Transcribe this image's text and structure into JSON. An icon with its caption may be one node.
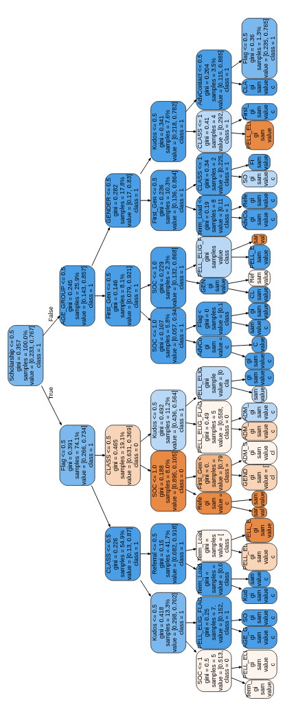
{
  "diagram": {
    "nodes": [
      {
        "text": [
          "Scholarship <= 0.5",
          "gini = 0.357",
          "samples = 100.0%",
          "value = [0.233, 0.767]",
          "class = 1"
        ]
      },
      {
        "text": [
          "Flag <= 0.5",
          "gini = 0.391",
          "samples = 74.1%",
          "value = [0.266, 0.734]",
          "class = 1"
        ]
      },
      {
        "text": [
          "AGE_GROUP <= 0.5",
          "gini = 0.245",
          "samples = 25.9%",
          "value = [0.143, 0.857]",
          "class = 1"
        ]
      },
      {
        "text": [
          "CLASS <= 0.5",
          "gini = 0.226",
          "samples = 54.9%",
          "value = [0.13, 0.87]",
          "class = 1"
        ]
      },
      {
        "text": [
          "CLASS <= 0.5",
          "gini = 0.465",
          "samples = 19.1%",
          "value = [0.631, 0.369]",
          "class = 0"
        ]
      },
      {
        "text": [
          "First_Gen <= 0.5",
          "gini = 0.146",
          "samples = 8.1%",
          "value = [0.079, 0.921]",
          "class = 1"
        ]
      },
      {
        "text": [
          "GENDER <= 0.5",
          "gini = 0.282",
          "samples = 17.8%",
          "value = [0.17, 0.83]",
          "class = 1"
        ]
      },
      {
        "text": [
          "Kudos <= 0.5",
          "gini = 0.418",
          "samples = 13.3%",
          "value = [0.298, 0.702]",
          "class = 1"
        ]
      },
      {
        "text": [
          "Referral <= 0.5",
          "gini = 0.15",
          "samples = 41.7%",
          "value = [0.082, 0.918]",
          "class = 1"
        ]
      },
      {
        "text": [
          "SOC <= 1.0",
          "gini = 0.188",
          "samples = 8.0%",
          "value = [0.895, 0.105]",
          "class = 0"
        ]
      },
      {
        "text": [
          "Kudos <= 0.5",
          "gini = 0.492",
          "samples = 11.2%",
          "value = [0.436, 0.564]",
          "class = 1"
        ]
      },
      {
        "text": [
          "SOC <= 1.0",
          "gini = 0.107",
          "samples = 5.8%",
          "value = [0.057, 0.94",
          "class = 1"
        ]
      },
      {
        "text": [
          "SOC <= 1.0",
          "gini = 0.229",
          "samples = 2.3%",
          "value = [0.132, 0.868]",
          "class = 1"
        ]
      },
      {
        "text": [
          "First_Gen <= 0.5",
          "gini = 0.236",
          "samples = 10.3%",
          "value = [0.136, 0.864]",
          "class = 1"
        ]
      },
      {
        "text": [
          "Kudos <= 0.5",
          "gini = 0.341",
          "samples = 7.6%",
          "value = [0.218, 0.782]",
          "class = 1"
        ]
      },
      {
        "text": [
          "SOC <= 1",
          "gini = 0.5",
          "samples = 5",
          "value = [0.513,",
          "class = 0"
        ]
      },
      {
        "text": [
          "PELL_ELIG_FLAG",
          "gini = 0.25",
          "samples = 7.",
          "value = [0.152,",
          "class = 1"
        ]
      },
      {
        "text": [
          "Term_Load",
          "gini =",
          "samples =",
          "value = [0.0",
          "class"
        ]
      },
      {
        "text": [
          "Term_Load",
          "gini =",
          "samples",
          "value = [",
          "class"
        ]
      },
      {
        "text": [
          "Refe",
          "gi",
          "sam",
          "value =",
          "c"
        ]
      },
      {
        "text": [
          "First_Gen <",
          "gini = 0.",
          "samples =",
          "value = [0.79",
          "class ="
        ]
      },
      {
        "text": [
          "PELL_ELIG_FLAG",
          "gini = 0.49",
          "samples = 5",
          "value = [0.558,",
          "class = 0"
        ]
      },
      {
        "text": [
          "PELL_ELIG",
          "gini",
          "sample",
          "value = [0",
          "cla"
        ]
      },
      {
        "text": [
          "AdvCo",
          "gi",
          "sam",
          "value =",
          "c"
        ]
      },
      {
        "text": [
          "Flag <",
          "gini = 0",
          "samples",
          "value = [0.1",
          "class"
        ]
      },
      {
        "text": [
          "GEN",
          "gi",
          "sam",
          "value"
        ]
      },
      {
        "text": [
          "PELL_ELIG_F",
          "gini",
          "samples",
          "value",
          "class"
        ]
      },
      {
        "text": [
          "Term_Load <=",
          "gini = 0.19",
          "samples = 8",
          "value = [0.11",
          "class = 1"
        ]
      },
      {
        "text": [
          "CLASS <= 1",
          "gini = 0.34",
          "samples = 2",
          "value = [0.225,",
          "class = 1"
        ]
      },
      {
        "text": [
          "CLASS <= 1",
          "gini = 0.41",
          "samples = 4",
          "value = [0.292,",
          "class = 1"
        ]
      },
      {
        "text": [
          "AdvContact <= 0.5",
          "gini = 0.204",
          "samples = 3.5%",
          "value = [0.115, 0.885]",
          "class = 1"
        ]
      },
      {
        "text": [
          "Term_",
          "gi",
          "sam",
          "value"
        ]
      },
      {
        "text": [
          "PELL_ELI",
          "gi",
          "sam",
          "value",
          "c"
        ]
      },
      {
        "text": [
          "AGE_G",
          "gi",
          "sam",
          "value",
          "c"
        ]
      },
      {
        "text": [
          "SO",
          "gi",
          "sam",
          "value",
          "c"
        ]
      },
      {
        "text": [
          "Kud",
          "gi",
          "sam",
          "value",
          "c"
        ]
      },
      {
        "text": [
          "sam",
          "value",
          "c"
        ]
      },
      {
        "text": [
          "PELL_EL",
          "gi",
          "sam",
          "value",
          "c"
        ]
      },
      {
        "text": [
          "PELL_E",
          "gi",
          "sam",
          "value"
        ]
      },
      {
        "text": [
          "sar",
          "val"
        ]
      },
      {
        "text": [
          "sam",
          "value"
        ]
      },
      {
        "text": [
          "GEND",
          "gi",
          "sam",
          "value = [",
          "cl"
        ]
      },
      {
        "text": [
          "ADM_S",
          "gi",
          "sam",
          "value",
          "cl"
        ]
      },
      {
        "text": [
          "ADM_",
          "gi",
          "sam",
          "value",
          "c"
        ]
      },
      {
        "text": [
          "ADM_",
          "gi",
          "sam",
          "value",
          "c"
        ]
      },
      {
        "text": [
          "sam",
          "value"
        ]
      },
      {
        "text": [
          "gi",
          "sam",
          "value",
          "c"
        ]
      },
      {
        "text": [
          "gi",
          "sam",
          "value",
          "c"
        ]
      },
      {
        "text": [
          "C",
          "value"
        ]
      },
      {
        "text": [
          "sam",
          "value",
          "c"
        ]
      },
      {
        "text": [
          "gi",
          "sam",
          "value"
        ]
      },
      {
        "text": [
          "CL",
          "sam",
          "value"
        ]
      },
      {
        "text": [
          "Ref",
          "sam",
          "value"
        ]
      },
      {
        "text": [
          "PELL_E",
          "sam",
          "value"
        ]
      },
      {
        "text": [
          "sar",
          "val"
        ]
      },
      {
        "text": [
          "AdvCo",
          "gi",
          "sam",
          "value",
          "c"
        ]
      },
      {
        "text": [
          "Refe",
          "gi",
          "sam",
          "value",
          "c"
        ]
      },
      {
        "text": [
          "SO",
          "gi",
          "sam",
          "value",
          "c"
        ]
      },
      {
        "text": [
          "Fi",
          "sam",
          "value"
        ]
      },
      {
        "text": [
          "PELL_ELI",
          "gi",
          "sam",
          "value"
        ]
      },
      {
        "text": [
          "First_",
          "gi",
          "sam",
          "value",
          "c"
        ]
      },
      {
        "text": [
          "CLA",
          "gi",
          "sam",
          "value",
          "c"
        ]
      },
      {
        "text": [
          "Flag <= 0.5",
          "gini = 0.36",
          "samples = 1.3%",
          "value = [0.235, 0.765]",
          "class = 1"
        ]
      }
    ],
    "edges": [
      {
        "from": 0,
        "to": 1,
        "arrow": "to",
        "label": "True"
      },
      {
        "from": 0,
        "to": 2,
        "arrow": "to",
        "label": "False"
      },
      {
        "from": 1,
        "to": 3,
        "arrow": "to"
      },
      {
        "from": 1,
        "to": 4,
        "arrow": "to"
      },
      {
        "from": 2,
        "to": 5,
        "arrow": "to"
      },
      {
        "from": 2,
        "to": 6,
        "arrow": "to"
      },
      {
        "from": 3,
        "to": 7,
        "arrow": "to"
      },
      {
        "from": 3,
        "to": 8,
        "arrow": "to"
      },
      {
        "from": 4,
        "to": 9,
        "arrow": "to"
      },
      {
        "from": 4,
        "to": 10,
        "arrow": "to"
      },
      {
        "from": 5,
        "to": 11,
        "arrow": "to"
      },
      {
        "from": 5,
        "to": 12,
        "arrow": "to"
      },
      {
        "from": 6,
        "to": 13,
        "arrow": "to"
      },
      {
        "from": 6,
        "to": 14,
        "arrow": "to"
      },
      {
        "from": 7,
        "to": 15,
        "arrow": "to"
      },
      {
        "from": 7,
        "to": 16,
        "arrow": "to"
      },
      {
        "from": 8,
        "to": 17,
        "arrow": "to"
      },
      {
        "from": 8,
        "to": 18,
        "arrow": "to"
      },
      {
        "from": 9,
        "to": 19,
        "arrow": "to"
      },
      {
        "from": 9,
        "to": 20,
        "arrow": "to"
      },
      {
        "from": 10,
        "to": 21,
        "arrow": "to"
      },
      {
        "from": 10,
        "to": 22,
        "arrow": "to"
      },
      {
        "from": 11,
        "to": 23,
        "arrow": "to"
      },
      {
        "from": 11,
        "to": 24,
        "arrow": "to"
      },
      {
        "from": 12,
        "to": 25,
        "arrow": "to"
      },
      {
        "from": 12,
        "to": 26,
        "arrow": "to"
      },
      {
        "from": 13,
        "to": 27,
        "arrow": "to"
      },
      {
        "from": 13,
        "to": 28,
        "arrow": "to"
      },
      {
        "from": 14,
        "to": 29,
        "arrow": "to"
      },
      {
        "from": 14,
        "to": 30,
        "arrow": "to"
      },
      {
        "from": 15,
        "to": 31,
        "arrow": "to"
      },
      {
        "from": 15,
        "to": 32,
        "arrow": "to"
      },
      {
        "from": 16,
        "to": 33,
        "arrow": "to"
      },
      {
        "from": 16,
        "to": 34,
        "arrow": "to"
      },
      {
        "from": 17,
        "to": 35,
        "arrow": "to"
      },
      {
        "from": 17,
        "to": 36,
        "arrow": "to"
      },
      {
        "from": 18,
        "to": 37,
        "arrow": "to"
      },
      {
        "from": 18,
        "to": 38,
        "arrow": "to"
      },
      {
        "from": 19,
        "to": 39,
        "arrow": "to"
      },
      {
        "from": 19,
        "to": 40,
        "arrow": "to"
      },
      {
        "from": 20,
        "to": 41,
        "arrow": "to"
      },
      {
        "from": 20,
        "to": 42,
        "arrow": "to"
      },
      {
        "from": 21,
        "to": 43,
        "arrow": "to"
      },
      {
        "from": 21,
        "to": 44,
        "arrow": "to"
      },
      {
        "from": 22,
        "to": 45,
        "arrow": "to"
      },
      {
        "from": 22,
        "to": 46,
        "arrow": "to"
      },
      {
        "from": 23,
        "to": 47,
        "arrow": "to"
      },
      {
        "from": 23,
        "to": 48,
        "arrow": "to"
      },
      {
        "from": 24,
        "to": 49,
        "arrow": "to"
      },
      {
        "from": 24,
        "to": 50,
        "arrow": "to"
      },
      {
        "from": 25,
        "to": 51,
        "arrow": "to"
      },
      {
        "from": 25,
        "to": 52,
        "arrow": "to"
      },
      {
        "from": 26,
        "to": 53,
        "arrow": "to"
      },
      {
        "from": 26,
        "to": 54,
        "arrow": "to"
      },
      {
        "from": 27,
        "to": 55,
        "arrow": "to"
      },
      {
        "from": 27,
        "to": 56,
        "arrow": "to"
      },
      {
        "from": 28,
        "to": 57,
        "arrow": "to"
      },
      {
        "from": 28,
        "to": 58,
        "arrow": "to"
      },
      {
        "from": 29,
        "to": 59,
        "arrow": "to"
      },
      {
        "from": 29,
        "to": 60,
        "arrow": "to"
      },
      {
        "from": 30,
        "to": 61,
        "arrow": "to"
      },
      {
        "from": 30,
        "to": 62,
        "arrow": "to"
      }
    ]
  }
}
